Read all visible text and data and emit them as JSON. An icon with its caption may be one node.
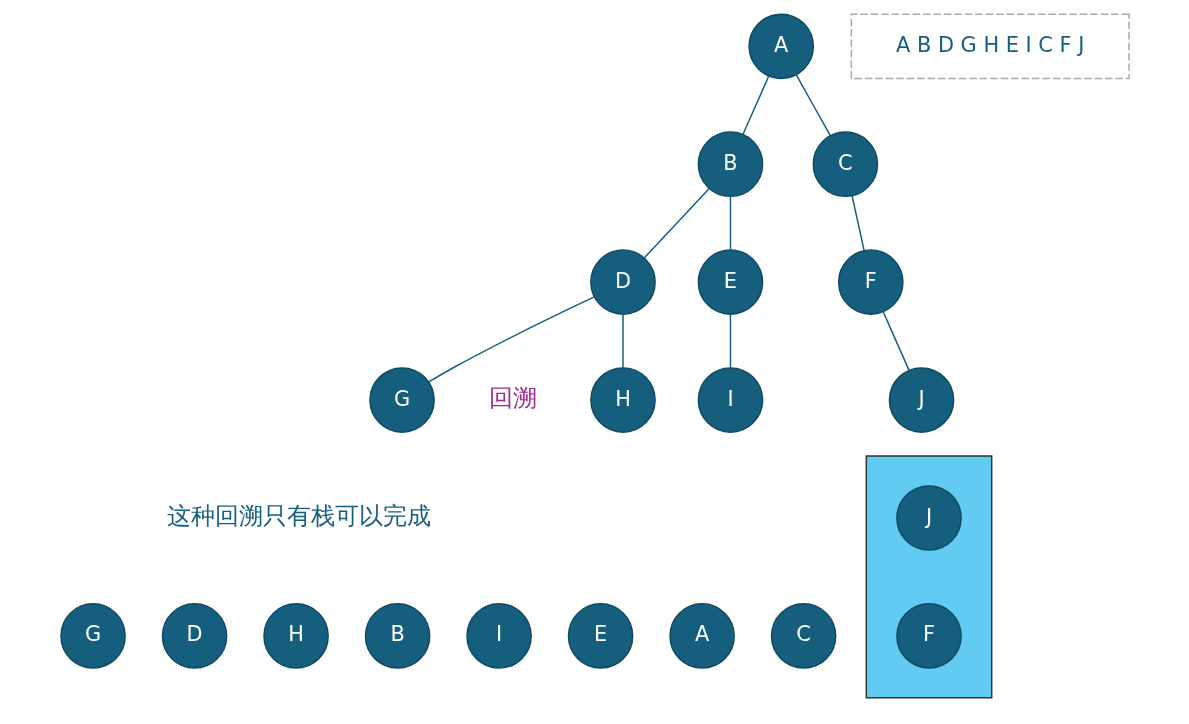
{
  "diagram": {
    "nodes": [
      {
        "text": [
          "A"
        ]
      },
      {
        "text": [
          "B"
        ]
      },
      {
        "text": [
          "C"
        ]
      },
      {
        "text": [
          "D"
        ]
      },
      {
        "text": [
          "E"
        ]
      },
      {
        "text": [
          "F"
        ]
      },
      {
        "text": [
          "G"
        ]
      },
      {
        "text": [
          "H"
        ]
      },
      {
        "text": [
          "I"
        ]
      },
      {
        "text": [
          "J"
        ]
      },
      {
        "text": [],
        "shape": "box"
      },
      {
        "text": [
          "J"
        ],
        "in": 10
      },
      {
        "text": [
          "F"
        ],
        "in": 10
      },
      {
        "text": [
          "A B D G H E I C F J"
        ]
      },
      {
        "text": [
          "G"
        ]
      },
      {
        "text": [
          "D"
        ]
      },
      {
        "text": [
          "H"
        ]
      },
      {
        "text": [
          "B"
        ]
      },
      {
        "text": [
          "I"
        ]
      },
      {
        "text": [
          "E"
        ]
      },
      {
        "text": [
          "A"
        ]
      },
      {
        "text": [
          "C"
        ]
      }
    ],
    "edges": [
      {
        "from": 0,
        "to": 1,
        "arrow": "none"
      },
      {
        "from": 0,
        "to": 2,
        "arrow": "none"
      },
      {
        "from": 1,
        "to": 3,
        "arrow": "none"
      },
      {
        "from": 1,
        "to": 4,
        "arrow": "none"
      },
      {
        "from": 2,
        "to": 5,
        "arrow": "none"
      },
      {
        "from": 3,
        "to": 6,
        "arrow": "none"
      },
      {
        "from": 3,
        "to": 7,
        "arrow": "none"
      },
      {
        "from": 4,
        "to": 8,
        "arrow": "none"
      },
      {
        "from": 5,
        "to": 9,
        "arrow": "none"
      }
    ],
    "labels": [
      "回溯",
      "这种回溯只有栈可以完成"
    ]
  }
}
